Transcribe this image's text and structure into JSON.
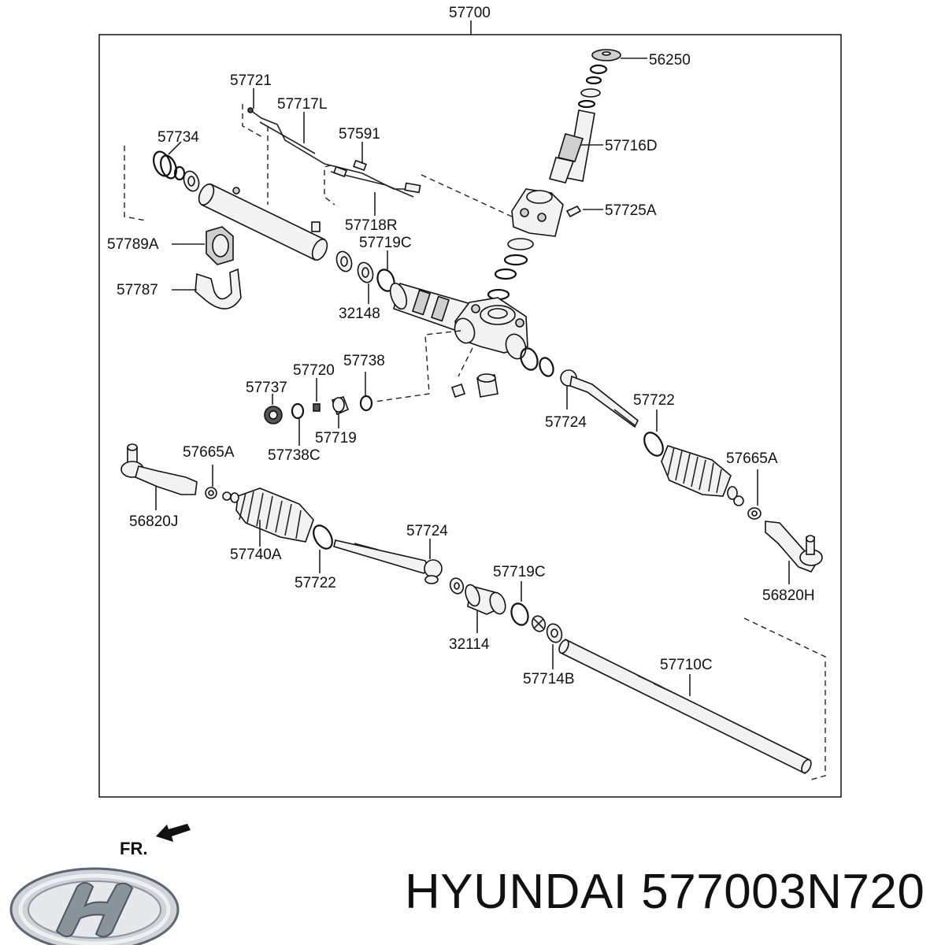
{
  "diagram": {
    "assembly_number": "57700",
    "front_indicator": "FR.",
    "labels": {
      "p56250": "56250",
      "p57721": "57721",
      "p57717L": "57717L",
      "p57716D": "57716D",
      "p57734": "57734",
      "p57591": "57591",
      "p57725A": "57725A",
      "p57718R": "57718R",
      "p57789A": "57789A",
      "p57719C_top": "57719C",
      "p57787": "57787",
      "p32148": "32148",
      "p57738": "57738",
      "p57720": "57720",
      "p57737": "57737",
      "p57722_right": "57722",
      "p57724_right": "57724",
      "p57719": "57719",
      "p57738C": "57738C",
      "p57665A_left": "57665A",
      "p57665A_right": "57665A",
      "p56820J": "56820J",
      "p57724_center": "57724",
      "p57740A": "57740A",
      "p57719C_bottom": "57719C",
      "p57722_left": "57722",
      "p56820H": "56820H",
      "p32114": "32114",
      "p57710C": "57710C",
      "p57714B": "57714B"
    }
  },
  "brand": {
    "name": "HYUNDAI",
    "part_number": "577003N720",
    "text": "HYUNDAI 577003N720",
    "logo": "hyundai-logo"
  }
}
